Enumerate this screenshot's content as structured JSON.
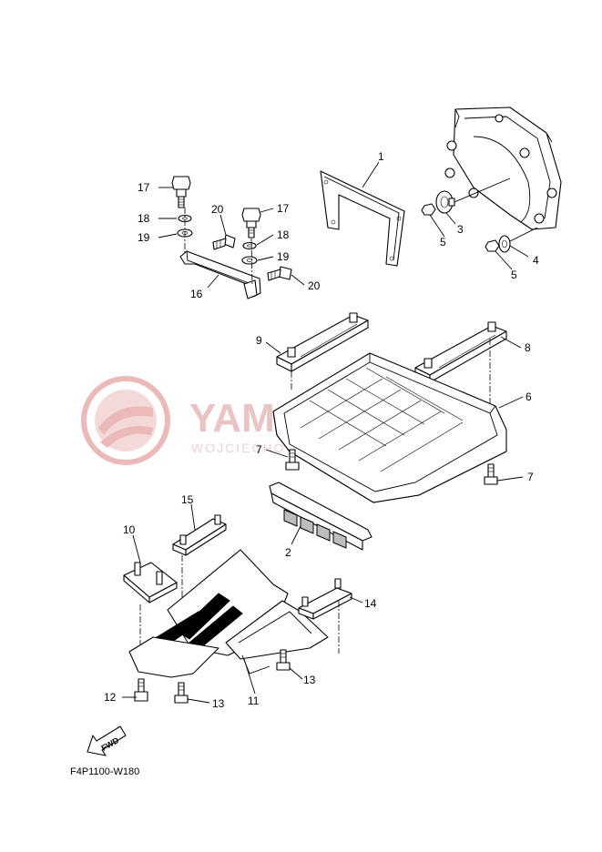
{
  "callouts": [
    {
      "id": "1",
      "text": "1"
    },
    {
      "id": "2",
      "text": "2"
    },
    {
      "id": "3",
      "text": "3"
    },
    {
      "id": "4",
      "text": "4"
    },
    {
      "id": "5a",
      "text": "5"
    },
    {
      "id": "5b",
      "text": "5"
    },
    {
      "id": "6",
      "text": "6"
    },
    {
      "id": "7a",
      "text": "7"
    },
    {
      "id": "7b",
      "text": "7"
    },
    {
      "id": "8",
      "text": "8"
    },
    {
      "id": "9",
      "text": "9"
    },
    {
      "id": "10",
      "text": "10"
    },
    {
      "id": "11",
      "text": "11"
    },
    {
      "id": "12",
      "text": "12"
    },
    {
      "id": "13a",
      "text": "13"
    },
    {
      "id": "13b",
      "text": "13"
    },
    {
      "id": "14",
      "text": "14"
    },
    {
      "id": "15",
      "text": "15"
    },
    {
      "id": "16",
      "text": "16"
    },
    {
      "id": "17a",
      "text": "17"
    },
    {
      "id": "17b",
      "text": "17"
    },
    {
      "id": "18a",
      "text": "18"
    },
    {
      "id": "18b",
      "text": "18"
    },
    {
      "id": "19a",
      "text": "19"
    },
    {
      "id": "19b",
      "text": "19"
    },
    {
      "id": "20a",
      "text": "20"
    },
    {
      "id": "20b",
      "text": "20"
    }
  ],
  "fwd_arrow": {
    "text": "FWD"
  },
  "diagram_code": "F4P1100-W180",
  "watermark": {
    "main": "YAMAPARTS.PL",
    "sub": "WOJCIECHOWSKI SPÓŁKA JAWNA"
  },
  "colors": {
    "line": "#000000",
    "background": "#ffffff",
    "watermark": "#e6b6b6"
  }
}
